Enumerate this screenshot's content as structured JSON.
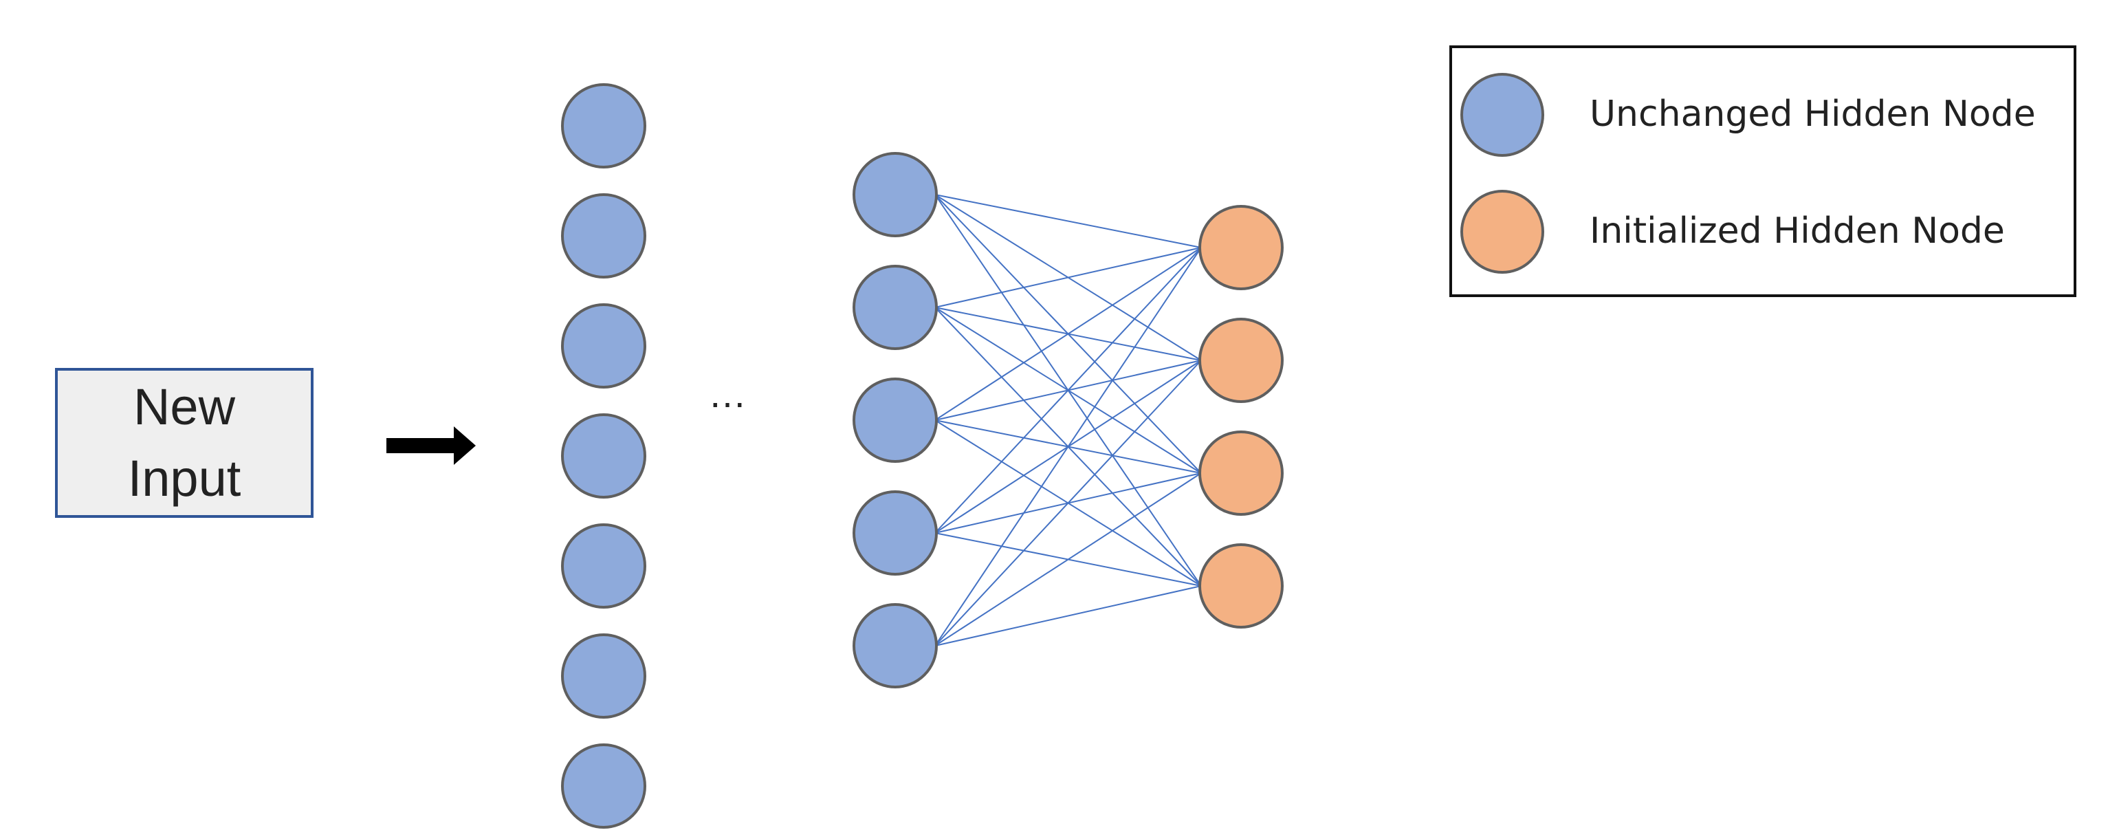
{
  "input_box": {
    "line1": "New",
    "line2": "Input"
  },
  "ellipsis": "…",
  "legend": [
    {
      "label": "Unchanged Hidden Node",
      "color": "#8eaadb"
    },
    {
      "label": "Initialized Hidden Node",
      "color": "#f4b183"
    }
  ],
  "colors": {
    "unchanged_node": "#8eaadb",
    "initialized_node": "#f4b183",
    "node_border": "#5f5f5f",
    "connection": "#4472c4",
    "input_box_border": "#2f5597",
    "arrow": "#000000"
  },
  "layers": {
    "first_layer_node_count": 7,
    "penultimate_layer_node_count": 5,
    "output_layer_node_count": 4
  }
}
